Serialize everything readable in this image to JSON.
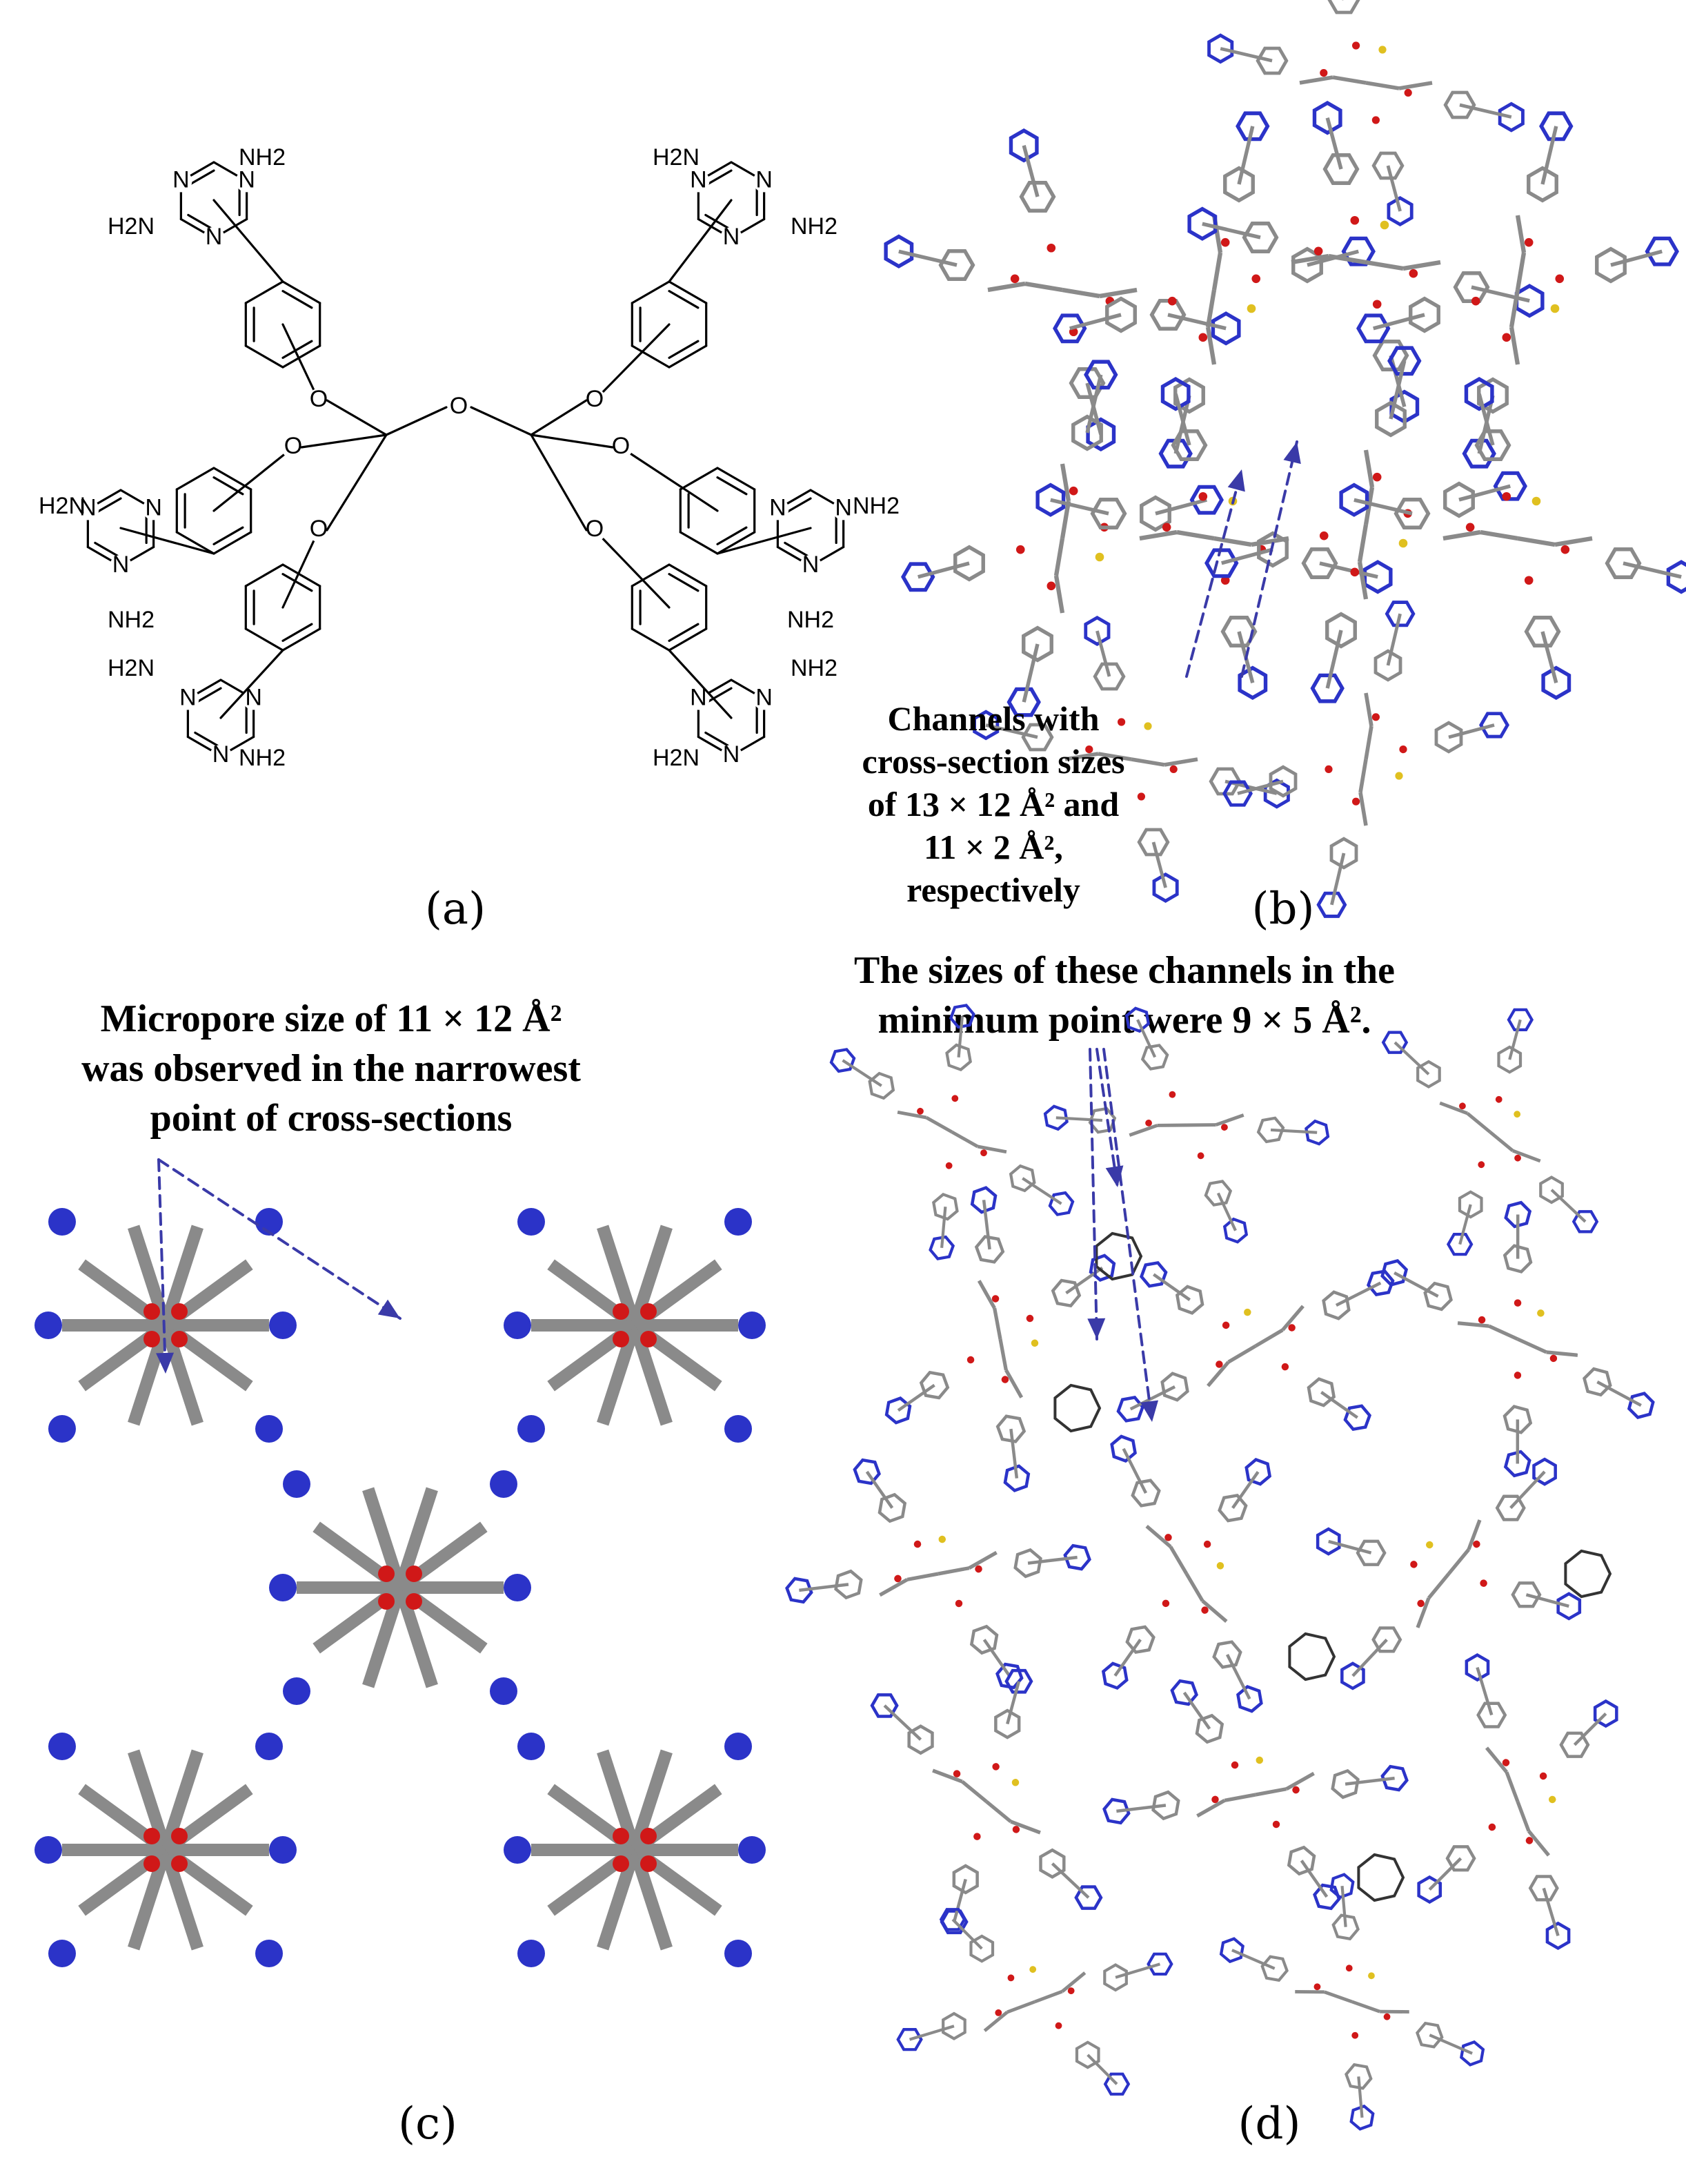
{
  "panels": {
    "a": {
      "label": "(a)"
    },
    "b": {
      "label": "(b)",
      "annotation_lines": [
        "Channels with",
        "cross-section sizes",
        "of 13 × 12 Å² and",
        "11 × 2 Å²,",
        "respectively"
      ]
    },
    "c": {
      "label": "(c)",
      "annotation_lines": [
        "Micropore size of 11 × 12 Å²",
        "was observed in the narrowest",
        "point of cross-sections"
      ]
    },
    "d": {
      "label": "(d)",
      "annotation_lines": [
        "The sizes of these channels in the",
        "minimum point were 9 × 5 Å²."
      ]
    }
  },
  "molecule": {
    "atoms": {
      "nh2": "NH2",
      "h2n": "H2N",
      "n": "N",
      "o": "O"
    }
  },
  "colors": {
    "carbon": "#8a8a8a",
    "nitrogen": "#2b33c8",
    "oxygen": "#d01818",
    "sulfur": "#e0c020",
    "arrow": "#3a3aa8"
  }
}
